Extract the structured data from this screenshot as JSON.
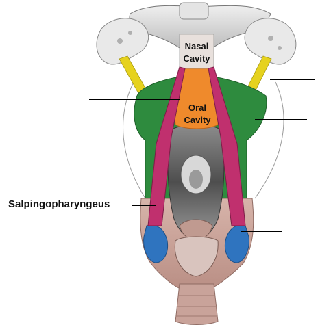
{
  "diagram": {
    "labels": {
      "nasal_line1": "Nasal",
      "nasal_line2": "Cavity",
      "oral_line1": "Oral",
      "oral_line2": "Cavity",
      "salpingopharyngeus": "Salpingopharyngeus"
    },
    "colors": {
      "bone": "#dcdcdc",
      "bone_shadow": "#a8a8a8",
      "tensor_palati": "#e6d21e",
      "constrictor": "#2e8b3e",
      "palatopharyngeus": "#c0306e",
      "oral_region": "#ef8a2c",
      "esophagus_region": "#2f74bf",
      "mucosa": "#c9a39a",
      "tissue_dark": "#555555",
      "pointer": "#000000"
    }
  }
}
